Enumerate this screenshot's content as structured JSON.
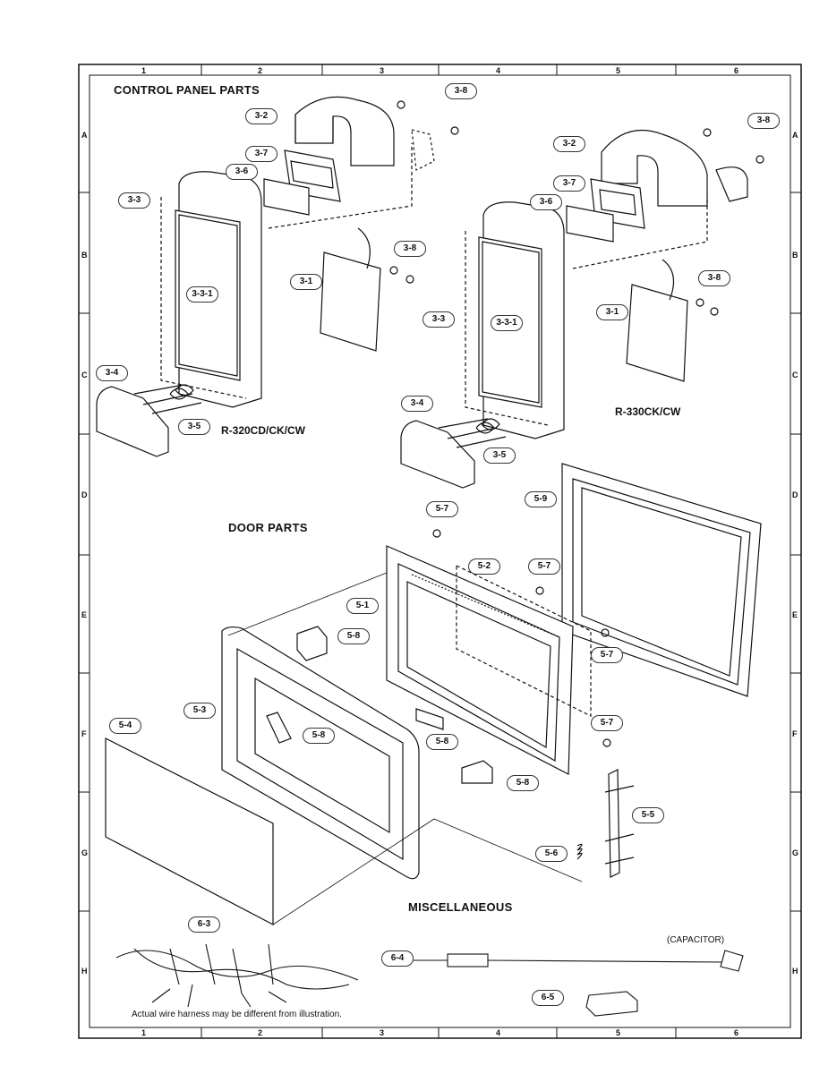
{
  "sections": {
    "control_panel": "CONTROL PANEL PARTS",
    "door": "DOOR PARTS",
    "misc": "MISCELLANEOUS"
  },
  "models": {
    "left": "R-320CD/CK/CW",
    "right": "R-330CK/CW"
  },
  "grid": {
    "columns": [
      "1",
      "2",
      "3",
      "4",
      "5",
      "6"
    ],
    "rows": [
      "A",
      "B",
      "C",
      "D",
      "E",
      "F",
      "G",
      "H"
    ]
  },
  "callouts": {
    "left_panel": [
      "3-2",
      "3-8",
      "3-8",
      "3-7",
      "3-6",
      "3-3",
      "3-8",
      "3-3-1",
      "3-1",
      "3-4",
      "3-5"
    ],
    "right_panel": [
      "3-2",
      "3-8",
      "3-8",
      "3-7",
      "3-6",
      "3-3",
      "3-3-1",
      "3-8",
      "3-1",
      "3-4",
      "3-5"
    ],
    "door": [
      "5-7",
      "5-9",
      "5-2",
      "5-7",
      "5-1",
      "5-8",
      "5-7",
      "5-3",
      "5-4",
      "5-8",
      "5-8",
      "5-7",
      "5-8",
      "5-5",
      "5-6"
    ],
    "misc": [
      "6-3",
      "6-4",
      "6-5"
    ]
  },
  "capacitor_label": "(CAPACITOR)",
  "harness_note": "Actual wire harness may be different from illustration."
}
